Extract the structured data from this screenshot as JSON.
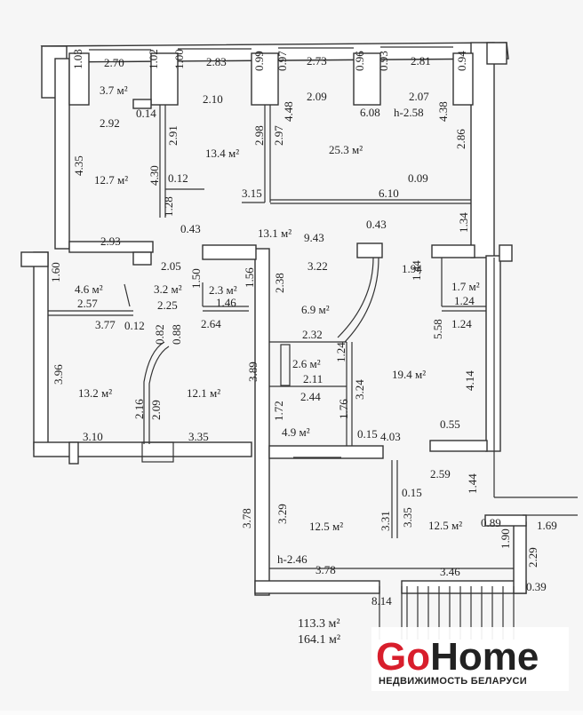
{
  "plan": {
    "labels": [
      {
        "id": "d1",
        "text": "1.03"
      },
      {
        "id": "d2",
        "text": "2.70"
      },
      {
        "id": "d3",
        "text": "1.02"
      },
      {
        "id": "d4",
        "text": "1.00"
      },
      {
        "id": "d5",
        "text": "2.83"
      },
      {
        "id": "d6",
        "text": "0.99"
      },
      {
        "id": "d7",
        "text": "0.97"
      },
      {
        "id": "d8",
        "text": "2.73"
      },
      {
        "id": "d9",
        "text": "0.96"
      },
      {
        "id": "d10",
        "text": "0.93"
      },
      {
        "id": "d11",
        "text": "2.81"
      },
      {
        "id": "d12",
        "text": "0.94"
      },
      {
        "id": "a1",
        "text": "3.7 м²"
      },
      {
        "id": "d13",
        "text": "2.10"
      },
      {
        "id": "d14",
        "text": "2.09"
      },
      {
        "id": "d15",
        "text": "2.07"
      },
      {
        "id": "d16",
        "text": "6.08"
      },
      {
        "id": "d17",
        "text": "h-2.58"
      },
      {
        "id": "d18",
        "text": "2.92"
      },
      {
        "id": "d19",
        "text": "0.14"
      },
      {
        "id": "d20",
        "text": "4.48"
      },
      {
        "id": "d21",
        "text": "4.38"
      },
      {
        "id": "d22",
        "text": "2.91"
      },
      {
        "id": "d23",
        "text": "2.98"
      },
      {
        "id": "d24",
        "text": "2.97"
      },
      {
        "id": "a2",
        "text": "13.4 м²"
      },
      {
        "id": "a3",
        "text": "25.3 м²"
      },
      {
        "id": "d25",
        "text": "2.86"
      },
      {
        "id": "d26",
        "text": "4.35"
      },
      {
        "id": "a4",
        "text": "12.7 м²"
      },
      {
        "id": "d27",
        "text": "4.30"
      },
      {
        "id": "d28",
        "text": "0.12"
      },
      {
        "id": "d29",
        "text": "3.15"
      },
      {
        "id": "d30",
        "text": "6.10"
      },
      {
        "id": "d31",
        "text": "0.09"
      },
      {
        "id": "d32",
        "text": "1.28"
      },
      {
        "id": "d33",
        "text": "0.43"
      },
      {
        "id": "a5",
        "text": "13.1 м²"
      },
      {
        "id": "d34",
        "text": "9.43"
      },
      {
        "id": "d35",
        "text": "0.43"
      },
      {
        "id": "d36",
        "text": "1.34"
      },
      {
        "id": "d37",
        "text": "2.93"
      },
      {
        "id": "d38",
        "text": "2.05"
      },
      {
        "id": "d39",
        "text": "3.22"
      },
      {
        "id": "d40",
        "text": "1.94"
      },
      {
        "id": "d41",
        "text": "1.60"
      },
      {
        "id": "a6",
        "text": "4.6 м²"
      },
      {
        "id": "a7",
        "text": "3.2 м²"
      },
      {
        "id": "d42",
        "text": "1.50"
      },
      {
        "id": "a8",
        "text": "2.3 м²"
      },
      {
        "id": "d43",
        "text": "1.56"
      },
      {
        "id": "d44",
        "text": "2.38"
      },
      {
        "id": "d45",
        "text": "1.44"
      },
      {
        "id": "a9",
        "text": "1.7 м²"
      },
      {
        "id": "d46",
        "text": "2.57"
      },
      {
        "id": "d47",
        "text": "2.25"
      },
      {
        "id": "d48",
        "text": "1.46"
      },
      {
        "id": "d49",
        "text": "1.24"
      },
      {
        "id": "a10",
        "text": "6.9 м²"
      },
      {
        "id": "d50",
        "text": "3.77"
      },
      {
        "id": "d51",
        "text": "0.12"
      },
      {
        "id": "d52",
        "text": "0.82"
      },
      {
        "id": "d53",
        "text": "0.88"
      },
      {
        "id": "d54",
        "text": "2.64"
      },
      {
        "id": "d55",
        "text": "5.58"
      },
      {
        "id": "d56",
        "text": "1.24"
      },
      {
        "id": "d57",
        "text": "2.32"
      },
      {
        "id": "a11",
        "text": "2.6 м²"
      },
      {
        "id": "d58",
        "text": "1.24"
      },
      {
        "id": "d59",
        "text": "3.96"
      },
      {
        "id": "a12",
        "text": "13.2 м²"
      },
      {
        "id": "a13",
        "text": "12.1 м²"
      },
      {
        "id": "d60",
        "text": "3.89"
      },
      {
        "id": "d61",
        "text": "2.11"
      },
      {
        "id": "a14",
        "text": "19.4 м²"
      },
      {
        "id": "d62",
        "text": "4.14"
      },
      {
        "id": "d63",
        "text": "2.44"
      },
      {
        "id": "d64",
        "text": "3.24"
      },
      {
        "id": "d65",
        "text": "2.16"
      },
      {
        "id": "d66",
        "text": "2.09"
      },
      {
        "id": "d67",
        "text": "1.72"
      },
      {
        "id": "d68",
        "text": "1.76"
      },
      {
        "id": "a15",
        "text": "4.9 м²"
      },
      {
        "id": "d69",
        "text": "0.15"
      },
      {
        "id": "d70",
        "text": "4.03"
      },
      {
        "id": "d71",
        "text": "0.55"
      },
      {
        "id": "d72",
        "text": "3.10"
      },
      {
        "id": "d73",
        "text": "3.35"
      },
      {
        "id": "d74",
        "text": "2.59"
      },
      {
        "id": "d75",
        "text": "1.44"
      },
      {
        "id": "d76",
        "text": "0.15"
      },
      {
        "id": "d77",
        "text": "3.78"
      },
      {
        "id": "d78",
        "text": "3.29"
      },
      {
        "id": "a16",
        "text": "12.5 м²"
      },
      {
        "id": "d79",
        "text": "3.31"
      },
      {
        "id": "d80",
        "text": "3.35"
      },
      {
        "id": "a17",
        "text": "12.5 м²"
      },
      {
        "id": "d81",
        "text": "0.89"
      },
      {
        "id": "d82",
        "text": "1.69"
      },
      {
        "id": "d83",
        "text": "1.90"
      },
      {
        "id": "d84",
        "text": "2.29"
      },
      {
        "id": "d85",
        "text": "h-2.46"
      },
      {
        "id": "d86",
        "text": "3.78"
      },
      {
        "id": "d87",
        "text": "3.46"
      },
      {
        "id": "d88",
        "text": "0.39"
      },
      {
        "id": "d89",
        "text": "8.14"
      }
    ],
    "total_living": "113.3 м²",
    "total_area": "164.1 м²"
  },
  "logo": {
    "go": "Go",
    "home": "Home",
    "tagline": "НЕДВИЖИМОСТЬ БЕЛАРУСИ",
    "colors": {
      "go": "#d81e2c",
      "home": "#222222"
    }
  }
}
